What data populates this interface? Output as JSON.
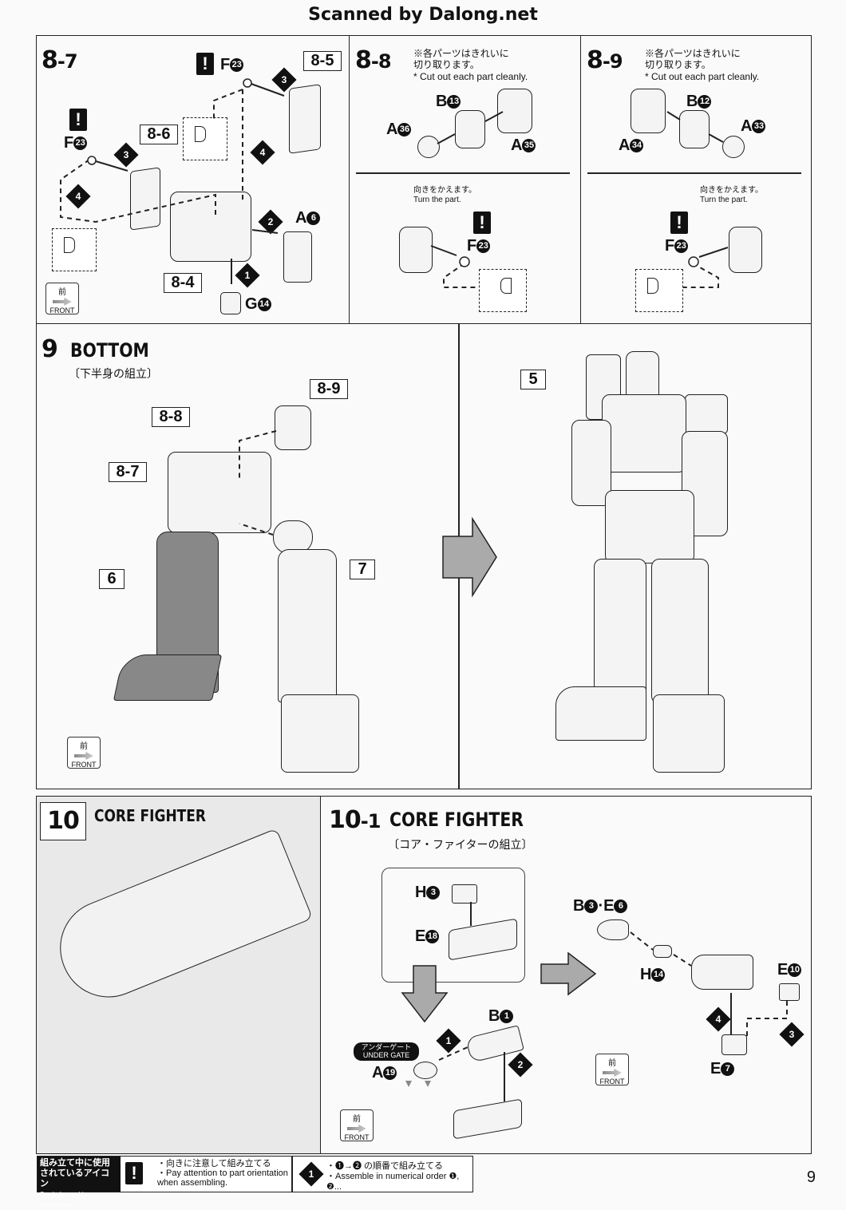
{
  "header": {
    "scan_credit": "Scanned by Dalong.net"
  },
  "common": {
    "cut_note_jp": "※各パーツはきれいに\n切り取ります。",
    "cut_note_en": "* Cut out each part cleanly.",
    "turn_jp": "向きをかえます。",
    "turn_en": "Turn the part.",
    "front_jp": "前",
    "front_en": "FRONT"
  },
  "s87": {
    "step": "8",
    "sub": "-7",
    "refs": [
      "8-5",
      "8-6",
      "8-4"
    ],
    "labels": {
      "f23a": "F",
      "f23b": "F",
      "a6": "A",
      "g14": "G"
    },
    "nums": {
      "f23a": "23",
      "f23b": "23",
      "a6": "6",
      "g14": "14"
    },
    "order": [
      "1",
      "2",
      "3",
      "4",
      "3",
      "4"
    ]
  },
  "s88": {
    "step": "8",
    "sub": "-8",
    "labels": {
      "b": "B",
      "a36": "A",
      "a35": "A",
      "f": "F"
    },
    "nums": {
      "b": "13",
      "a36": "36",
      "a35": "35",
      "f": "23"
    }
  },
  "s89": {
    "step": "8",
    "sub": "-9",
    "labels": {
      "b": "B",
      "a33": "A",
      "a34": "A",
      "f": "F"
    },
    "nums": {
      "b": "12",
      "a33": "33",
      "a34": "34",
      "f": "23"
    }
  },
  "s9": {
    "step": "9",
    "title": "BOTTOM",
    "subtitle_jp": "〔下半身の組立〕",
    "refs": {
      "r89": "8-9",
      "r88": "8-8",
      "r87": "8-7",
      "r6": "6",
      "r7": "7",
      "r5": "5"
    }
  },
  "s10": {
    "step": "10",
    "title": "CORE FIGHTER"
  },
  "s101": {
    "step": "10",
    "sub": "-1",
    "title": "CORE FIGHTER",
    "subtitle_jp": "〔コア・ファイターの組立〕",
    "labels": {
      "h3": "H",
      "e18": "E",
      "b1": "B",
      "a19": "A",
      "b3e6": "B",
      "h14": "H",
      "e10": "E",
      "e7": "E"
    },
    "nums": {
      "h3": "3",
      "e18": "18",
      "b1": "1",
      "a19": "19",
      "b3": "3",
      "e6": "6",
      "h14": "14",
      "e10": "10",
      "e7": "7"
    },
    "under_gate_jp": "アンダーゲート",
    "under_gate_en": "UNDER GATE"
  },
  "footer": {
    "legend_jp": "組み立て中に使用\nされているアイコン",
    "legend_en": "Symbols used in instructions",
    "orient_jp": "・向きに注意して組み立てる",
    "orient_en": "・Pay attention to part orientation\n  when assembling.",
    "order_jp": "・❶→❷ の順番で組み立てる",
    "order_en": "・Assemble in numerical order ❶, ❷..."
  },
  "page_number": "9"
}
